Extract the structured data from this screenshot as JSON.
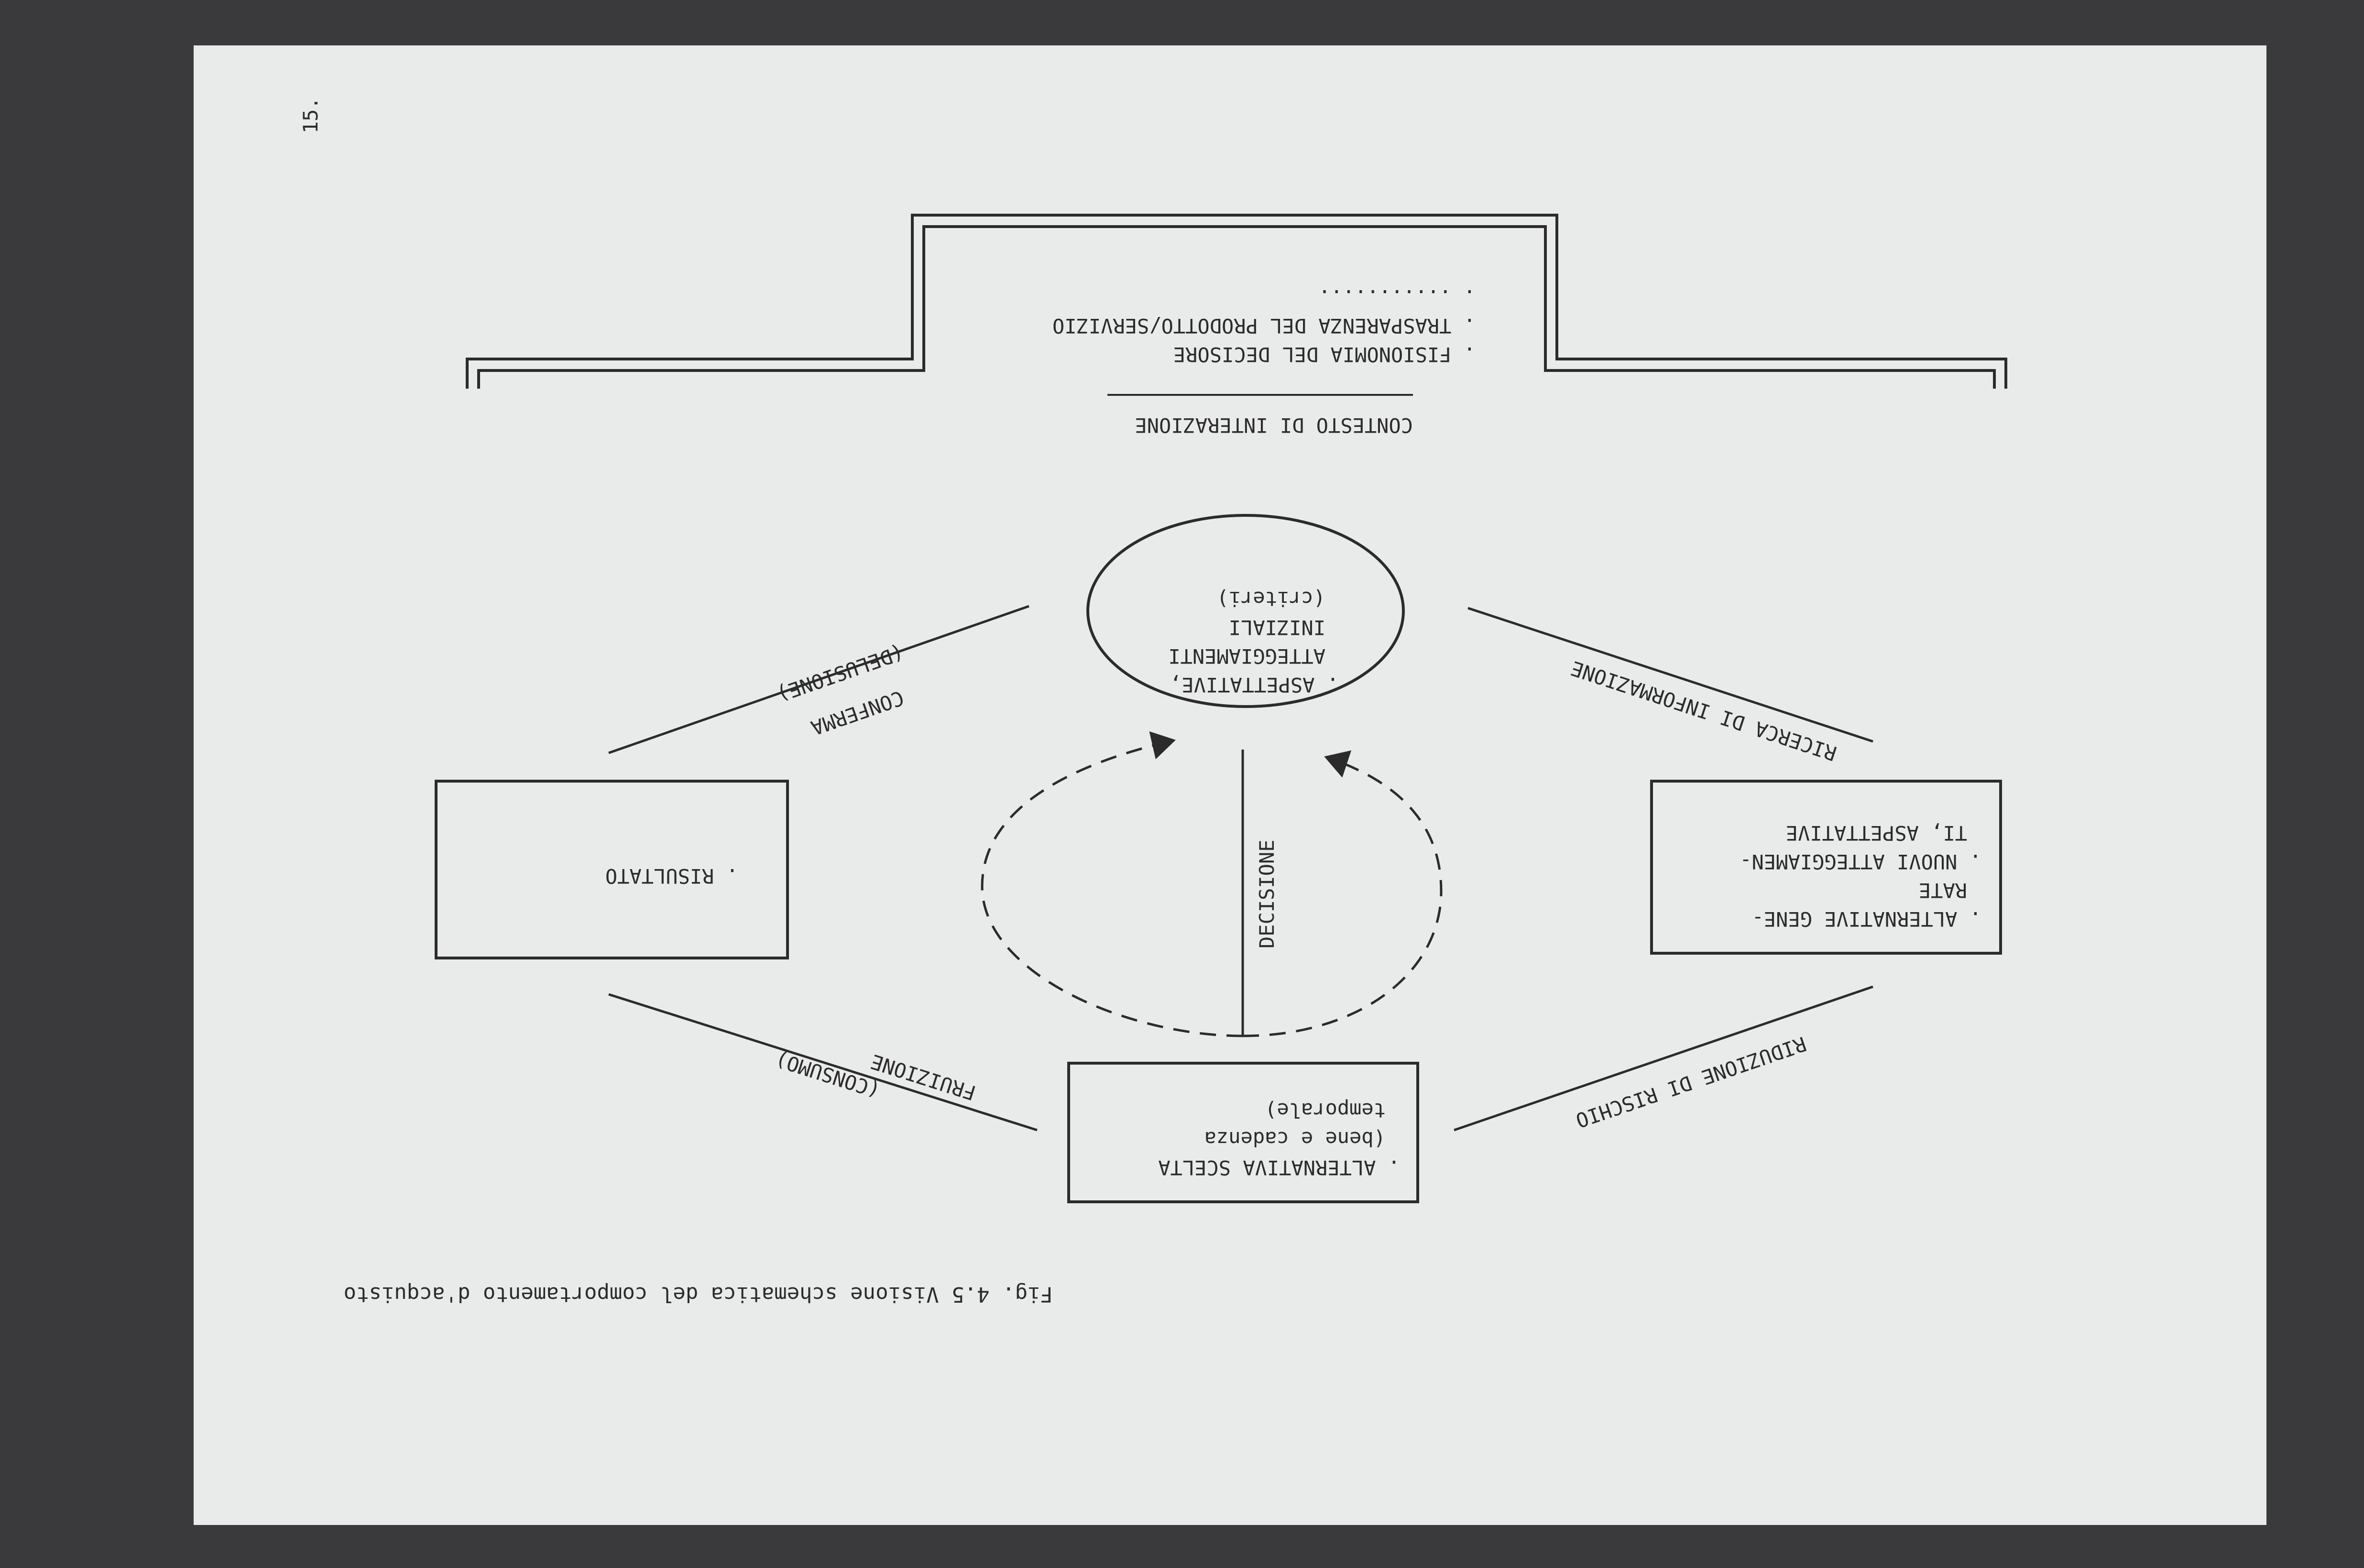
{
  "page_number": "15.",
  "caption": "Fig. 4.5  Visione schematica del comportamento d'acquisto",
  "context_box": {
    "title": "CONTESTO DI INTERAZIONE",
    "items": [
      ". FISIONOMIA DEL DECISORE",
      ". TRASPARENZA DEL PRODOTTO/SERVIZIO",
      ". ..........."
    ]
  },
  "nodes": {
    "expectations": [
      ". ASPETTATIVE,",
      "ATTEGGIAMENTI",
      "INIZIALI",
      "(criteri)"
    ],
    "alternatives": [
      ". ALTERNATIVE GENE-",
      "RATE",
      ". NUOVI ATTEGGIAMEN-",
      "TI, ASPETTATIVE"
    ],
    "chosen": [
      ". ALTERNATIVA SCELTA",
      "(bene e cadenza",
      "temporale)"
    ],
    "result": [
      ". RISULTATO"
    ]
  },
  "edges": {
    "search": "RICERCA DI INFORMAZIONE",
    "risk": "RIDUZIONE DI RISCHIO",
    "fruition_1": "FRUIZIONE",
    "fruition_2": "(CONSUMO)",
    "confirm_1": "CONFERMA",
    "confirm_2": "(DELUSIONE)",
    "decision": "DECISIONE"
  }
}
